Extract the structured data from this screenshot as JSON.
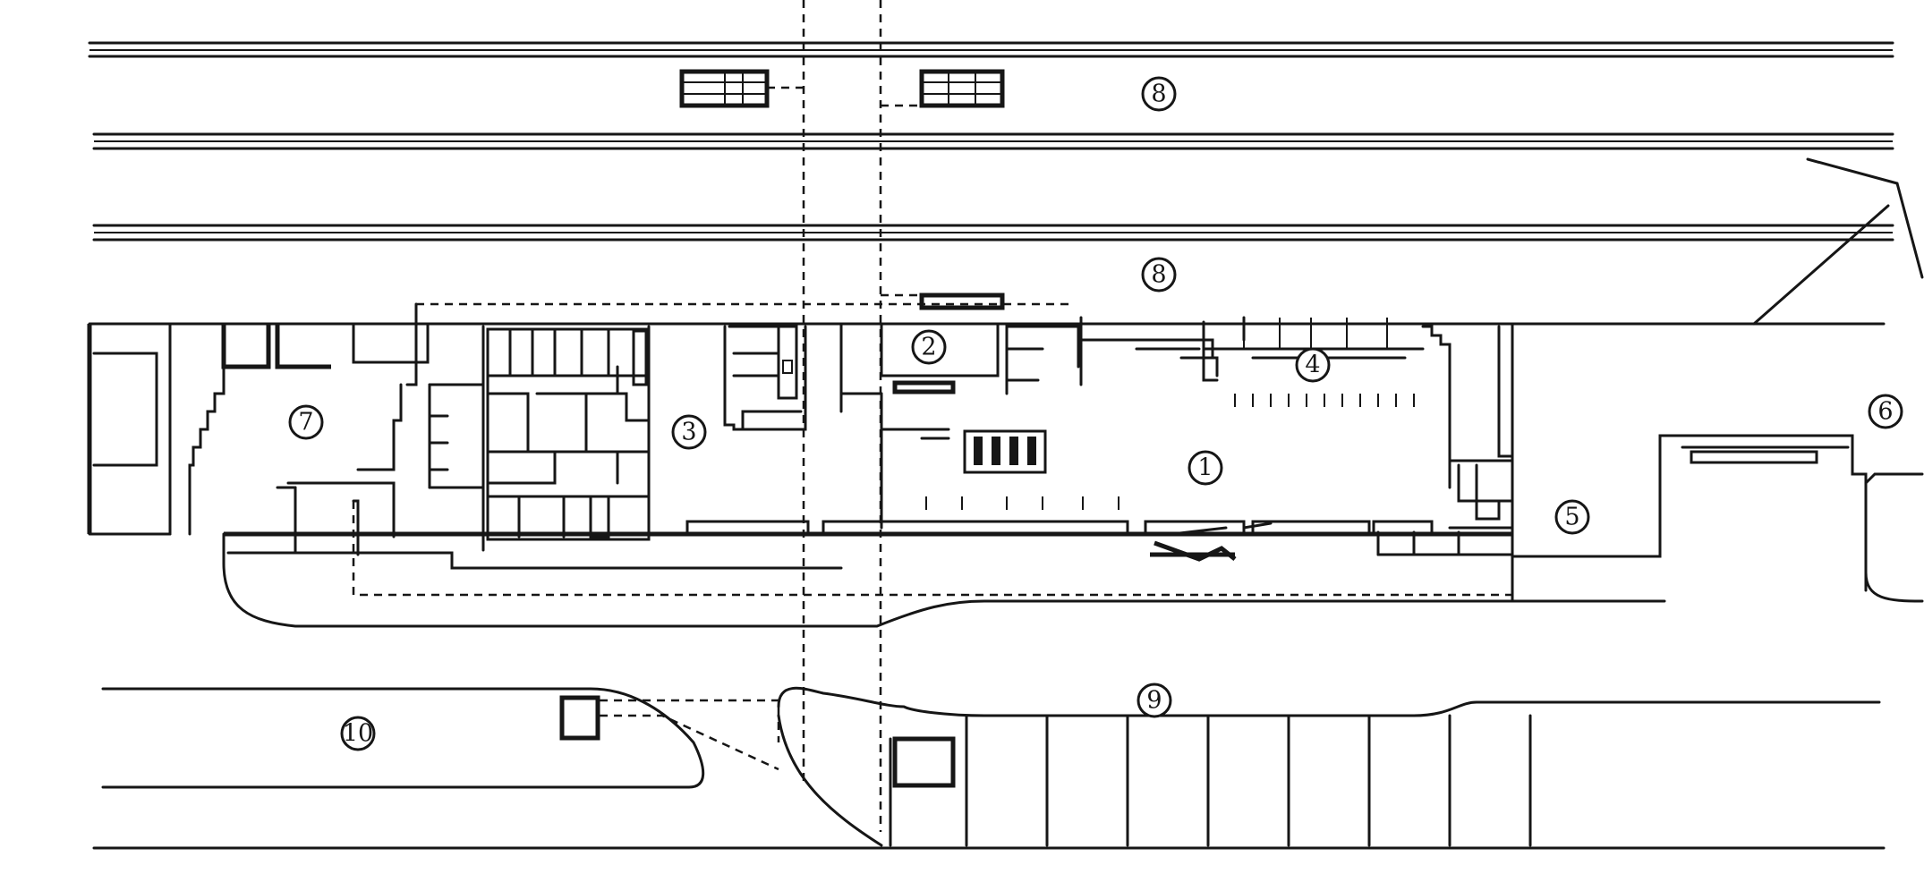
{
  "markers": [
    {
      "id": "m-1",
      "text": "1"
    },
    {
      "id": "m-2",
      "text": "2"
    },
    {
      "id": "m-3",
      "text": "3"
    },
    {
      "id": "m-4",
      "text": "4"
    },
    {
      "id": "m-5",
      "text": "5"
    },
    {
      "id": "m-6",
      "text": "6"
    },
    {
      "id": "m-7",
      "text": "7"
    },
    {
      "id": "m-8a",
      "text": "8"
    },
    {
      "id": "m-8b",
      "text": "8"
    },
    {
      "id": "m-9",
      "text": "9"
    },
    {
      "id": "m-10",
      "text": "10"
    }
  ],
  "colors": {
    "ink": "#161616",
    "paper": "#ffffff"
  }
}
